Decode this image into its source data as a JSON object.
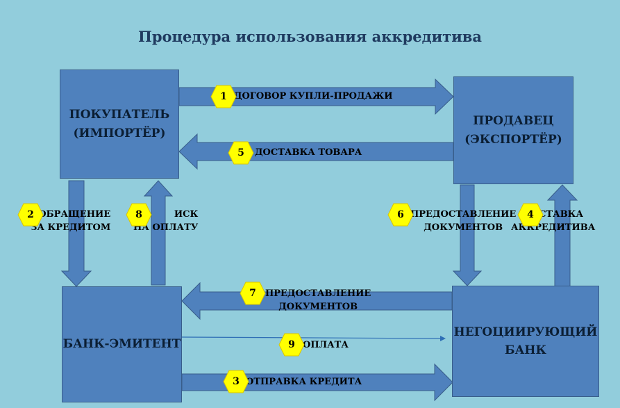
{
  "title": "Процедура использования аккредитива",
  "colors": {
    "background": "#92CDDC",
    "box": "#4F81BD",
    "arrow": "#4F81BD",
    "badge": "#FFFF00"
  },
  "boxes": {
    "buyer": "ПОКУПАТЕЛЬ\n(ИМПОРТЁР)",
    "seller": "ПРОДАВЕЦ\n(ЭКСПОРТЁР)",
    "issuing_bank": "БАНК-ЭМИТЕНТ",
    "negotiating_bank": "НЕГОЦИИРУЮЩИЙ\nБАНК"
  },
  "steps": [
    {
      "number": "1",
      "label": "ДОГОВОР КУПЛИ-ПРОДАЖИ"
    },
    {
      "number": "2",
      "label": "ОБРАЩЕНИЕ\nЗА КРЕДИТОМ"
    },
    {
      "number": "3",
      "label": "ОТПРАВКА КРЕДИТА"
    },
    {
      "number": "4",
      "label": "ДОСТАВКА\nАККРЕДИТИВА"
    },
    {
      "number": "5",
      "label": "ДОСТАВКА ТОВАРА"
    },
    {
      "number": "6",
      "label": "ПРЕДОСТАВЛЕНИЕ\nДОКУМЕНТОВ"
    },
    {
      "number": "7",
      "label": "ПРЕДОСТАВЛЕНИЕ\nДОКУМЕНТОВ"
    },
    {
      "number": "8",
      "label": "ИСК\nНА ОПЛАТУ"
    },
    {
      "number": "9",
      "label": "ОПЛАТА"
    }
  ]
}
